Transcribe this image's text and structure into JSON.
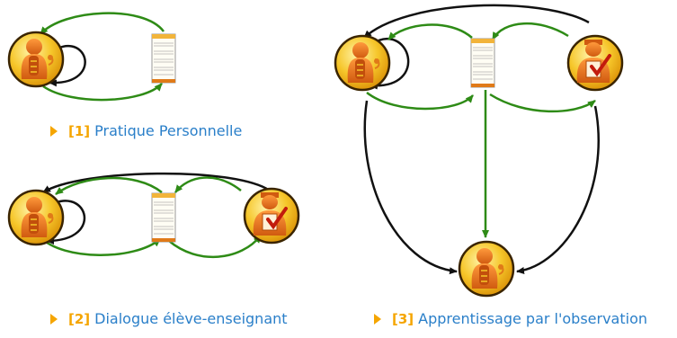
{
  "captions": [
    {
      "number": "[1]",
      "label": "Pratique Personnelle"
    },
    {
      "number": "[2]",
      "label": "Dialogue élève-enseignant"
    },
    {
      "number": "[3]",
      "label": "Apprentissage par l'observation"
    }
  ],
  "colors": {
    "accent_orange": "#f5a500",
    "caption_blue": "#2a7fc9",
    "arrow_green": "#2e8b16",
    "arrow_black": "#111111",
    "medallion_gold": "#f6c62a",
    "figure_orange": "#e06a16"
  },
  "icons": [
    "student-icon",
    "teacher-icon",
    "score-sheet-icon",
    "bullet-arrow-icon"
  ]
}
